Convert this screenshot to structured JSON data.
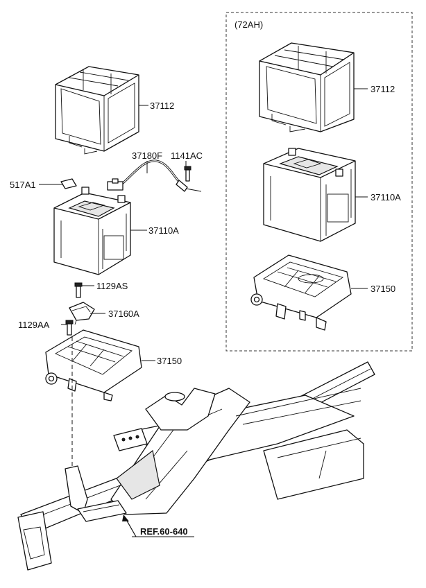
{
  "variant_box": {
    "title": "(72AH)"
  },
  "labels": {
    "cover_std": "37112",
    "cover_72ah": "37112",
    "cable": "37180F",
    "bolt_1141": "1141AC",
    "sticker": "517A1",
    "battery_std": "37110A",
    "battery_72ah": "37110A",
    "bolt_1129as": "1129AS",
    "bracket": "37160A",
    "bolt_1129aa": "1129AA",
    "tray_std": "37150",
    "tray_72ah": "37150",
    "reference": "REF.60-640"
  }
}
